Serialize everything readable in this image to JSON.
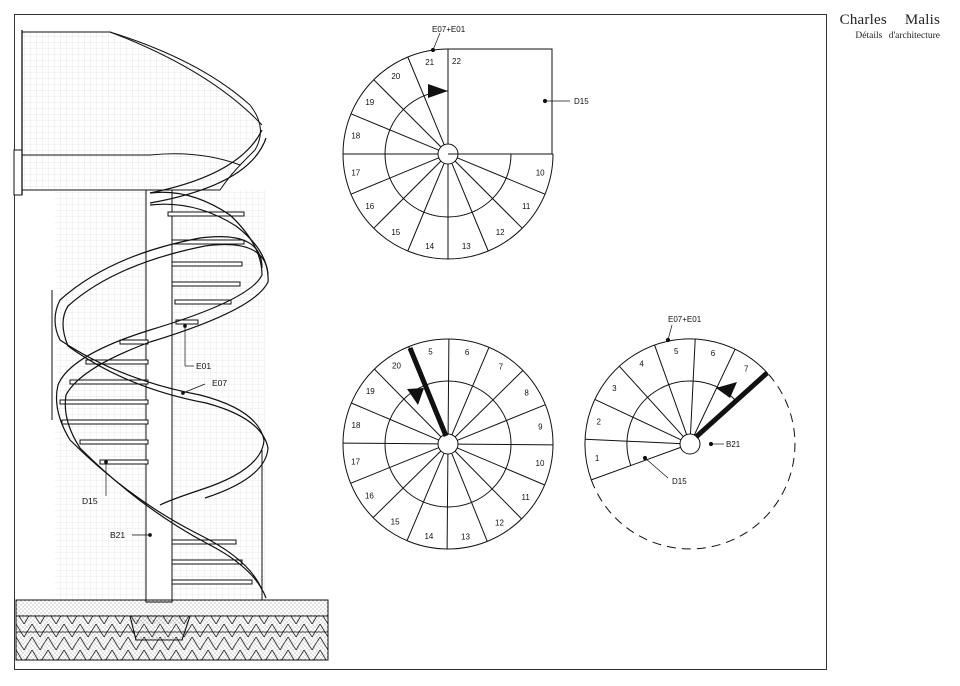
{
  "title_block": {
    "author": "Charles Malis",
    "subtitle": "Détails d'architecture"
  },
  "elevation": {
    "labels": {
      "e01": "E01",
      "e07": "E07",
      "d15": "D15",
      "b21": "B21"
    }
  },
  "plan_top": {
    "tag": "E07+E01",
    "landing_label": "D15",
    "landing_number": "22",
    "steps": [
      "10",
      "11",
      "12",
      "13",
      "14",
      "15",
      "16",
      "17",
      "18",
      "19",
      "20",
      "21"
    ]
  },
  "plan_middle": {
    "steps": [
      "5",
      "6",
      "7",
      "8",
      "9",
      "10",
      "11",
      "12",
      "13",
      "14",
      "15",
      "16",
      "17",
      "18",
      "19",
      "20"
    ]
  },
  "plan_bottom": {
    "tag": "E07+E01",
    "post_label": "B21",
    "tread_label": "D15",
    "steps": [
      "1",
      "2",
      "3",
      "4",
      "5",
      "6",
      "7"
    ]
  },
  "colors": {
    "line": "#111111",
    "hatch": "#cfcfcf",
    "border": "#333333"
  }
}
